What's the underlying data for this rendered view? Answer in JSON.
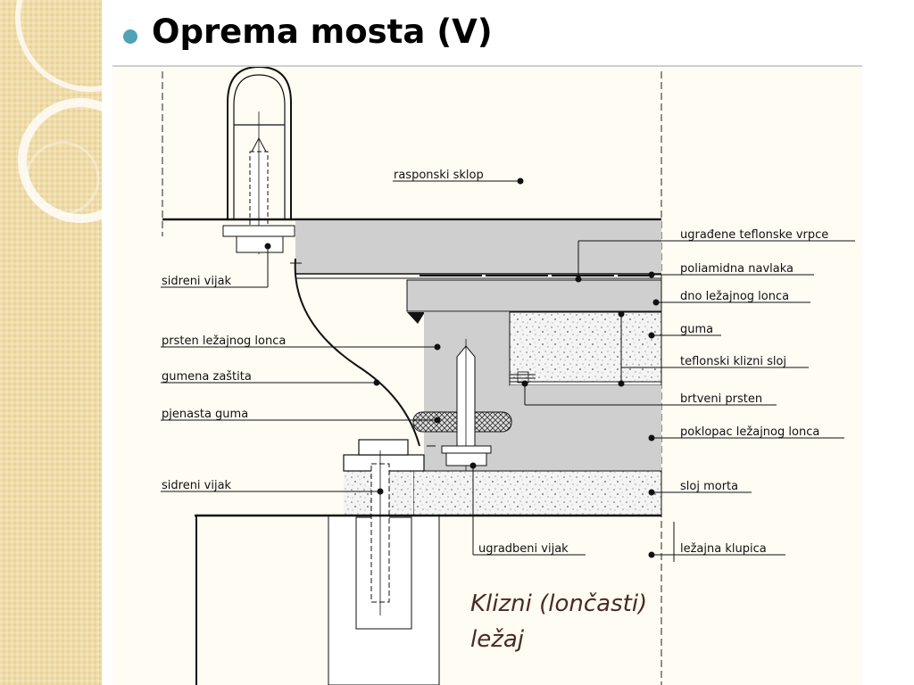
{
  "slide": {
    "title": "Oprema mosta (V)",
    "caption_line1": "Klizni (lončasti)",
    "caption_line2": "ležaj"
  },
  "labels": {
    "rasponski_sklop": "rasponski sklop",
    "ugradjene_teflonske_vrpce": "ugrađene teflonske vrpce",
    "poliamidna_navlaka": "poliamidna navlaka",
    "dno_lezajnog_lonca": "dno ležajnog lonca",
    "guma": "guma",
    "teflonski_klizni_sloj": "teflonski klizni sloj",
    "brtveni_prsten": "brtveni prsten",
    "poklopac_lezajnog_lonca": "poklopac ležajnog lonca",
    "sloj_morta": "sloj morta",
    "lezajna_klupica": "ležajna klupica",
    "ugradbeni_vijak": "ugradbeni vijak",
    "sidreni_vijak_top": "sidreni vijak",
    "prsten_lezajnog_lonca": "prsten ležajnog lonca",
    "gumena_zastita": "gumena zaštita",
    "pjenasta_guma": "pjenasta guma",
    "sidreni_vijak_bottom": "sidreni vijak"
  },
  "colors": {
    "bullet": "#4fa3b5",
    "drawing_bg": "#fffcf3",
    "grey_fill": "#cfcfcf",
    "caption": "#4a2a24"
  }
}
